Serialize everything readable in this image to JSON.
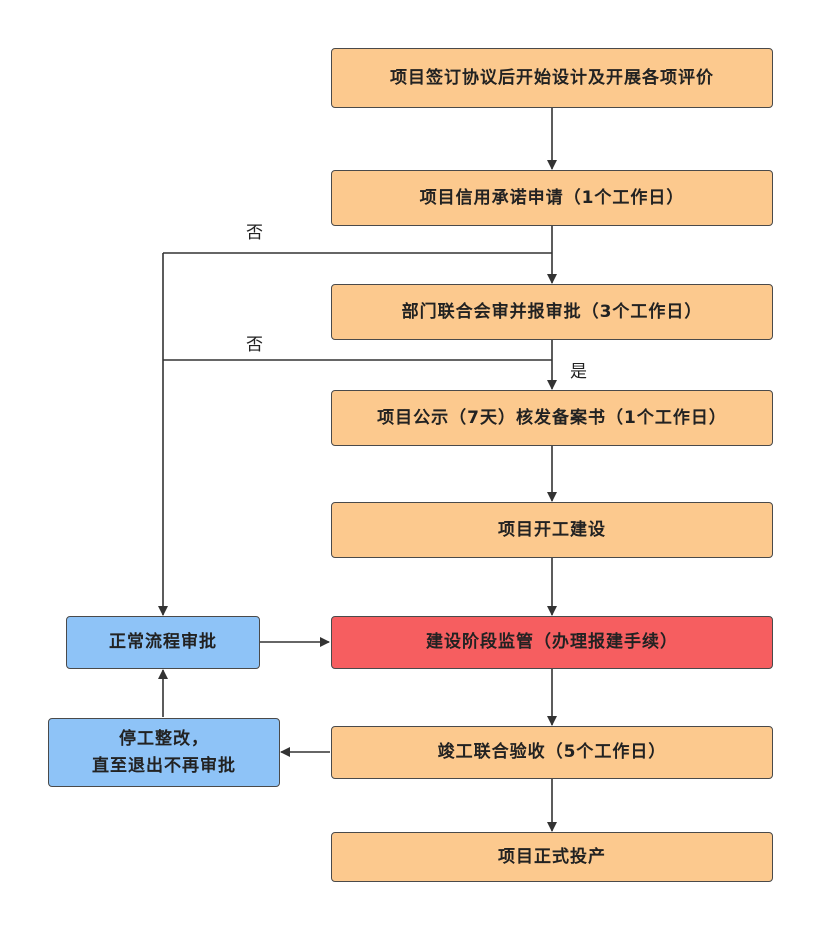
{
  "colors": {
    "main_step": "#fcc98e",
    "highlight_step": "#f65e60",
    "side_step": "#8ec3f7",
    "stroke": "#333333"
  },
  "nodes": {
    "n1": "项目签订协议后开始设计及开展各项评价",
    "n2": "项目信用承诺申请（1个工作日）",
    "n3": "部门联合会审并报审批（3个工作日）",
    "n4": "项目公示（7天）核发备案书（1个工作日）",
    "n5": "项目开工建设",
    "n6": "建设阶段监管（办理报建手续）",
    "n7": "竣工联合验收（5个工作日）",
    "n8": "项目正式投产",
    "side1": "正常流程审批",
    "side2": "停工整改，\n直至退出不再审批"
  },
  "edge_labels": {
    "no_1": "否",
    "no_2": "否",
    "yes": "是"
  }
}
